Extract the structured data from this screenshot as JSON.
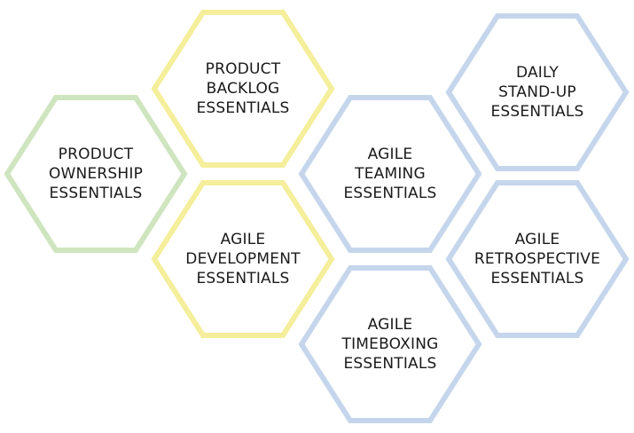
{
  "colors": {
    "green": "#cfe5bf",
    "yellow": "#f5ee9b",
    "blue": "#c5d6ec",
    "text": "#1a1a1a"
  },
  "hexagons": [
    {
      "id": "product-ownership",
      "color": "green",
      "lines": [
        "PRODUCT",
        "OWNERSHIP",
        "ESSENTIALS"
      ]
    },
    {
      "id": "product-backlog",
      "color": "yellow",
      "lines": [
        "PRODUCT",
        "BACKLOG",
        "ESSENTIALS"
      ]
    },
    {
      "id": "agile-development",
      "color": "yellow",
      "lines": [
        "AGILE",
        "DEVELOPMENT",
        "ESSENTIALS"
      ]
    },
    {
      "id": "agile-teaming",
      "color": "blue",
      "lines": [
        "AGILE",
        "TEAMING",
        "ESSENTIALS"
      ]
    },
    {
      "id": "agile-timeboxing",
      "color": "blue",
      "lines": [
        "AGILE",
        "TIMEBOXING",
        "ESSENTIALS"
      ]
    },
    {
      "id": "daily-stand-up",
      "color": "blue",
      "lines": [
        "DAILY",
        "STAND-UP",
        "ESSENTIALS"
      ]
    },
    {
      "id": "agile-retrospective",
      "color": "blue",
      "lines": [
        "AGILE",
        "RETROSPECTIVE",
        "ESSENTIALS"
      ]
    }
  ]
}
